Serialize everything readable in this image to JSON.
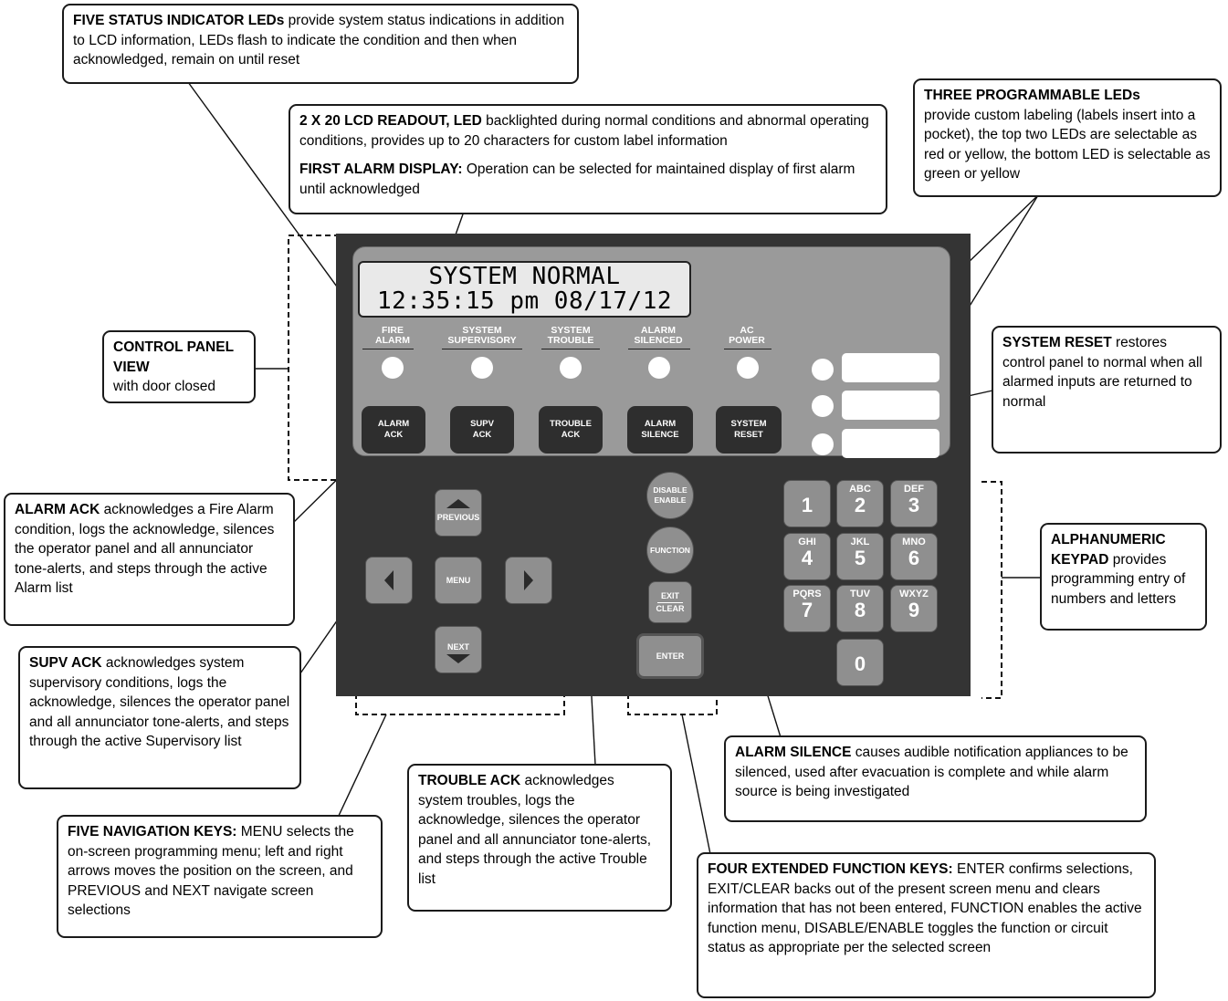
{
  "callouts": {
    "status_leds": {
      "title": "FIVE STATUS INDICATOR LEDs",
      "text": " provide system status indications in addition to LCD information, LEDs flash to indicate the condition and then when acknowledged, remain on until reset"
    },
    "lcd": {
      "title": "2 X 20 LCD READOUT, LED",
      "text": " backlighted during normal conditions and abnormal operating conditions, provides up to 20 characters for custom label information"
    },
    "first_alarm": {
      "title": "FIRST ALARM DISPLAY:",
      "text": " Operation can be selected for maintained display of first alarm until acknowledged"
    },
    "prog_leds": {
      "title": "THREE PROGRAMMABLE LEDs",
      "text": "provide custom labeling (labels insert into a pocket), the top two LEDs are selectable as red or yellow, the bottom LED is selectable as green or yellow"
    },
    "panel_view": {
      "title": "CONTROL PANEL VIEW",
      "text": "with door closed"
    },
    "system_reset": {
      "title": "SYSTEM RESET",
      "text": " restores control panel to normal when all alarmed inputs are returned to normal"
    },
    "alarm_ack": {
      "title": "ALARM ACK",
      "text": " acknowledges a Fire Alarm condition, logs the acknowledge, silences the operator panel and all annunciator tone-alerts, and steps through the active Alarm list"
    },
    "keypad": {
      "title": "ALPHANUMERIC KEYPAD",
      "text": " provides programming entry of numbers and letters"
    },
    "supv_ack": {
      "title": "SUPV ACK",
      "text": " acknowledges system supervisory conditions, logs the acknowledge, silences the operator panel and all annunciator tone-alerts, and steps through the active Supervisory list"
    },
    "trouble_ack": {
      "title": "TROUBLE ACK",
      "text": " acknowledges system troubles, logs the acknowledge, silences the operator panel and all annunciator tone-alerts, and steps through the active Trouble list"
    },
    "alarm_silence": {
      "title": "ALARM SILENCE",
      "text": " causes audible notification appliances to be silenced, used after evacuation is complete and while alarm source is being investigated"
    },
    "nav_keys": {
      "title": "FIVE NAVIGATION KEYS:",
      "text": " MENU selects the on-screen programming menu; left and right arrows moves the position on the screen, and PREVIOUS and NEXT navigate screen selections"
    },
    "ext_keys": {
      "title": "FOUR EXTENDED FUNCTION KEYS:",
      "text": " ENTER confirms selections, EXIT/CLEAR backs out of the present screen menu and clears information that has not been entered, FUNCTION enables the active function menu, DISABLE/ENABLE toggles the function or circuit status as appropriate per the selected screen"
    }
  },
  "lcd": {
    "line1": "SYSTEM NORMAL",
    "line2": "12:35:15 pm 08/17/12"
  },
  "leds": [
    {
      "line1": "FIRE",
      "line2": "ALARM"
    },
    {
      "line1": "SYSTEM",
      "line2": "SUPERVISORY"
    },
    {
      "line1": "SYSTEM",
      "line2": "TROUBLE"
    },
    {
      "line1": "ALARM",
      "line2": "SILENCED"
    },
    {
      "line1": "AC",
      "line2": "POWER"
    }
  ],
  "buttons": [
    {
      "line1": "ALARM",
      "line2": "ACK"
    },
    {
      "line1": "SUPV",
      "line2": "ACK"
    },
    {
      "line1": "TROUBLE",
      "line2": "ACK"
    },
    {
      "line1": "ALARM",
      "line2": "SILENCE"
    },
    {
      "line1": "SYSTEM",
      "line2": "RESET"
    }
  ],
  "nav": {
    "previous": "PREVIOUS",
    "menu": "MENU",
    "next": "NEXT"
  },
  "ext": {
    "disable": "DISABLE",
    "enable": "ENABLE",
    "function": "FUNCTION",
    "exit": "EXIT",
    "clear": "CLEAR",
    "enter": "ENTER"
  },
  "keypad": [
    {
      "letters": "",
      "digit": "1"
    },
    {
      "letters": "ABC",
      "digit": "2"
    },
    {
      "letters": "DEF",
      "digit": "3"
    },
    {
      "letters": "GHI",
      "digit": "4"
    },
    {
      "letters": "JKL",
      "digit": "5"
    },
    {
      "letters": "MNO",
      "digit": "6"
    },
    {
      "letters": "PQRS",
      "digit": "7"
    },
    {
      "letters": "TUV",
      "digit": "8"
    },
    {
      "letters": "WXYZ",
      "digit": "9"
    },
    {
      "letters": "",
      "digit": "0"
    }
  ],
  "colors": {
    "panel": "#343434",
    "face": "#9a9a9a",
    "key": "#8f8f8f",
    "led": "#ffffff"
  }
}
